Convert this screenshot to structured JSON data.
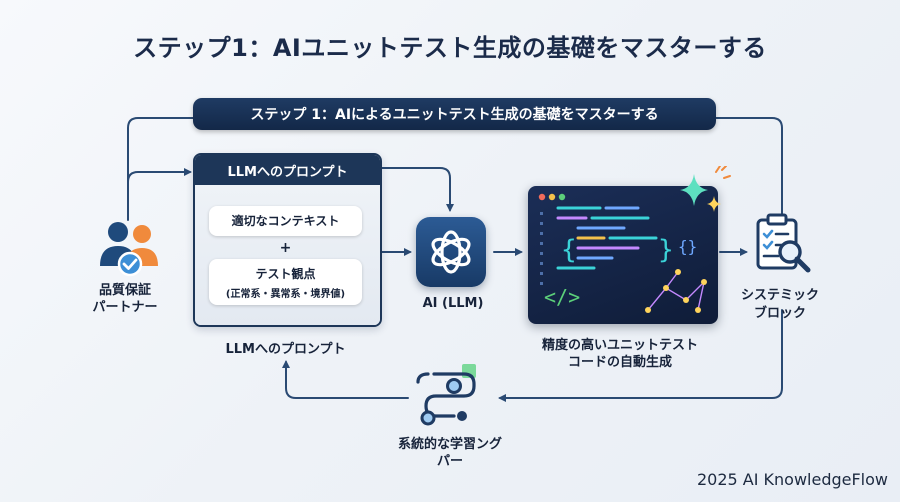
{
  "title": "ステップ1：AIユニットテスト生成の基礎をマスターする",
  "banner": "ステップ 1：AIによるユニットテスト生成の基礎をマスターする",
  "partner": {
    "line1": "品質保証",
    "line2": "パートナー"
  },
  "prompt_card": {
    "header": "LLMへのプロンプト",
    "context": "適切なコンテキスト",
    "plus": "+",
    "perspective_line1": "テスト観点",
    "perspective_line2": "(正常系・異常系・境界値)",
    "caption": "LLMへのプロンプト"
  },
  "ai": {
    "caption": "AI (LLM)"
  },
  "code": {
    "line1": "精度の高いユニットテスト",
    "line2": "コードの自動生成"
  },
  "block": {
    "line1": "システミック",
    "line2": "ブロック"
  },
  "learning": {
    "line1": "系統的な学習ング",
    "line2": "パー"
  },
  "copyright": "2025 AI KnowledgeFlow",
  "colors": {
    "navy": "#1d3658",
    "accent_blue": "#3d8fd6",
    "accent_orange": "#f08a3c",
    "connector": "#2a4a73"
  },
  "icons": [
    "partner-people-icon",
    "check-badge-icon",
    "ai-knot-icon",
    "code-window-icon",
    "sparkle-icon",
    "clipboard-search-icon",
    "learning-path-icon"
  ]
}
